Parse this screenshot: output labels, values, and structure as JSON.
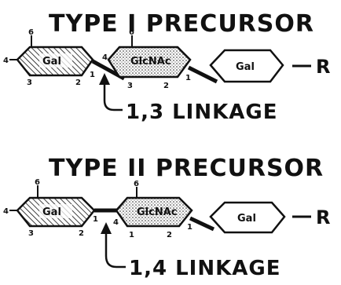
{
  "type1": {
    "title": "TYPE I PRECURSOR",
    "residues": [
      "Gal",
      "GlcNAc",
      "Gal"
    ],
    "r_label": "R",
    "linkage_label": "1,3 LINKAGE",
    "gal_numbers": {
      "top": "6",
      "left": "4",
      "bottom_left": "3",
      "bottom_right": "2",
      "right": "1"
    },
    "glcnac_numbers": {
      "top": "6",
      "left": "4",
      "bottom_left": "3",
      "bottom_right": "2",
      "right": "1"
    }
  },
  "type2": {
    "title": "TYPE II PRECURSOR",
    "residues": [
      "Gal",
      "GlcNAc",
      "Gal"
    ],
    "r_label": "R",
    "linkage_label": "1,4 LINKAGE",
    "gal_numbers": {
      "top": "6",
      "left": "4",
      "bottom_left": "3",
      "bottom_right": "2",
      "right": "1"
    },
    "glcnac_numbers": {
      "top": "6",
      "left": "4",
      "bottom_left": "1",
      "bottom_right": "2",
      "right": "1"
    }
  }
}
